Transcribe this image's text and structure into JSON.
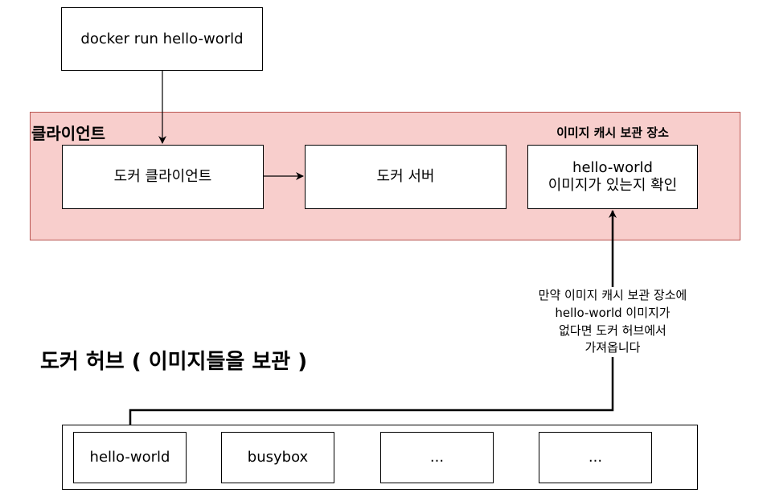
{
  "command": {
    "label": "docker run hello-world"
  },
  "client_region": {
    "title": "클라이언트"
  },
  "docker_client": {
    "label": "도커 클라이언트"
  },
  "docker_server": {
    "label": "도커 서버"
  },
  "image_cache": {
    "title": "이미지 캐시 보관 장소",
    "check_label": "hello-world\n이미지가 있는지 확인"
  },
  "pull_note": {
    "text": "만약 이미지 캐시 보관 장소에\nhello-world 이미지가\n없다면 도커 허브에서\n가져옵니다"
  },
  "docker_hub": {
    "title": "도커 허브 ( 이미지들을 보관 )",
    "images": [
      "hello-world",
      "busybox",
      "...",
      "..."
    ]
  },
  "colors": {
    "client_fill": "#f8cecc",
    "client_stroke": "#b85450",
    "line": "#000000"
  }
}
